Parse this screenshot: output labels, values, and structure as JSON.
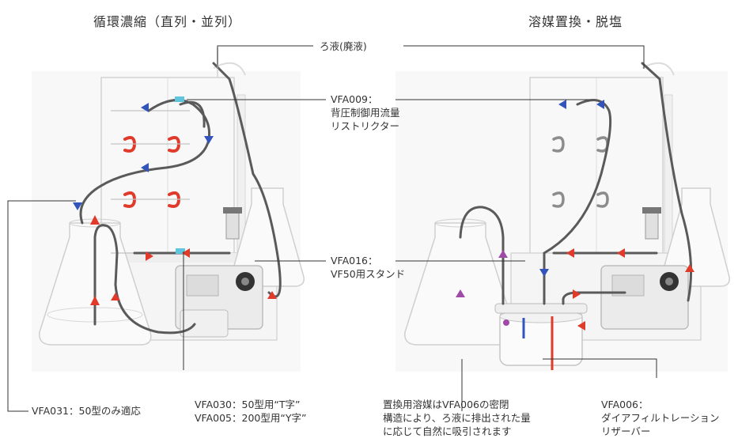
{
  "titles": {
    "left": "循環濃縮（直列・並列）",
    "right": "溶媒置換・脱塩"
  },
  "labels": {
    "filtrate": "ろ液(廃液)",
    "vfa009": [
      "VFA009：",
      "背圧制御用流量",
      "リストリクター"
    ],
    "vfa016": [
      "VFA016：",
      "VF50用スタンド"
    ],
    "vfa031": "VFA031：50型のみ適応",
    "vfa030_005": [
      "VFA030：50型用“T字”",
      "VFA005：200型用“Y字”"
    ],
    "replacement": [
      "置換用溶媒はVFA006の密閉",
      "構造により、ろ液に排出された量",
      "に応じて自然に吸引されます"
    ],
    "vfa006": [
      "VFA006：",
      "ダイアフィルトレーション",
      "リザーバー"
    ]
  },
  "colors": {
    "tube": "#5a5a5a",
    "arrow_blue": "#3355bb",
    "arrow_red": "#e03a2a",
    "arrow_purple": "#a04aa8",
    "clip_red": "#e03a2a",
    "clip_gray": "#8c8c8c",
    "connector_cyan": "#5ec5de",
    "leader": "#333333"
  }
}
